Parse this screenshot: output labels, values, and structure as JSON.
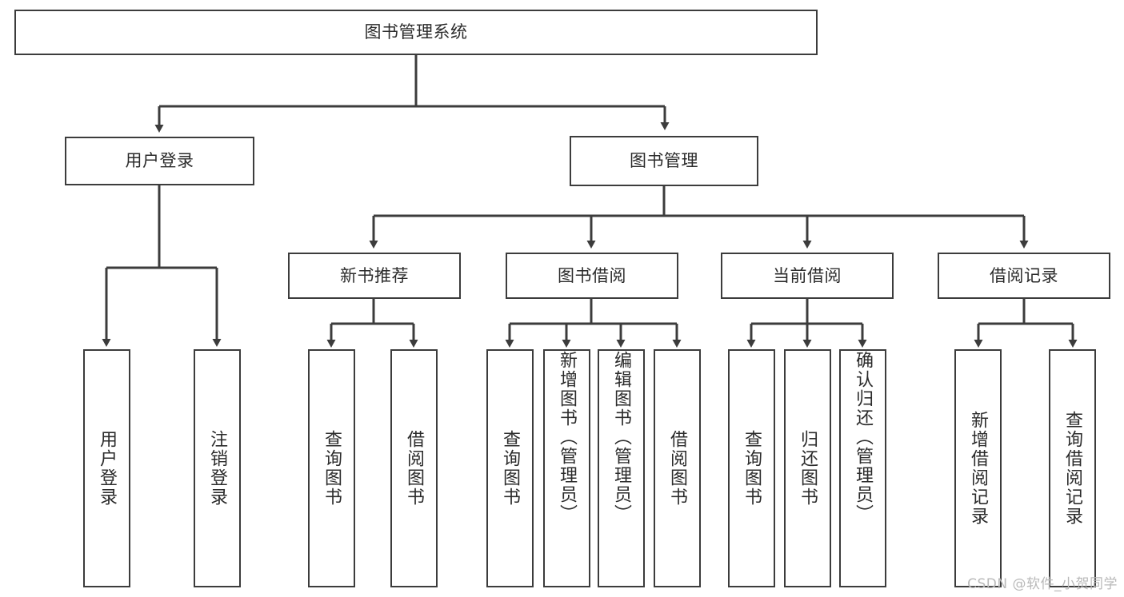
{
  "diagram": {
    "title": "图书管理系统",
    "type": "tree",
    "watermark": "CSDN @软件_小贺同学",
    "stroke_color": "#3c3c3c",
    "text_color": "#2b2b2b",
    "background": "#ffffff",
    "nodes": {
      "root": {
        "label": "图书管理系统"
      },
      "level1": [
        {
          "label": "用户登录"
        },
        {
          "label": "图书管理"
        }
      ],
      "level2": [
        {
          "label": "新书推荐"
        },
        {
          "label": "图书借阅"
        },
        {
          "label": "当前借阅"
        },
        {
          "label": "借阅记录"
        }
      ],
      "leaves": {
        "user_login": [
          {
            "label": "用户登录"
          },
          {
            "label": "注销登录"
          }
        ],
        "new_book_recommend": [
          {
            "label": "查询图书"
          },
          {
            "label": "借阅图书"
          }
        ],
        "book_borrow": [
          {
            "label": "查询图书"
          },
          {
            "label": "新增图书（管理员）"
          },
          {
            "label": "编辑图书（管理员）"
          },
          {
            "label": "借阅图书"
          }
        ],
        "current_borrow": [
          {
            "label": "查询图书"
          },
          {
            "label": "归还图书"
          },
          {
            "label": "确认归还（管理员）"
          }
        ],
        "borrow_record": [
          {
            "label": "新增借阅记录"
          },
          {
            "label": "查询借阅记录"
          }
        ]
      }
    }
  }
}
